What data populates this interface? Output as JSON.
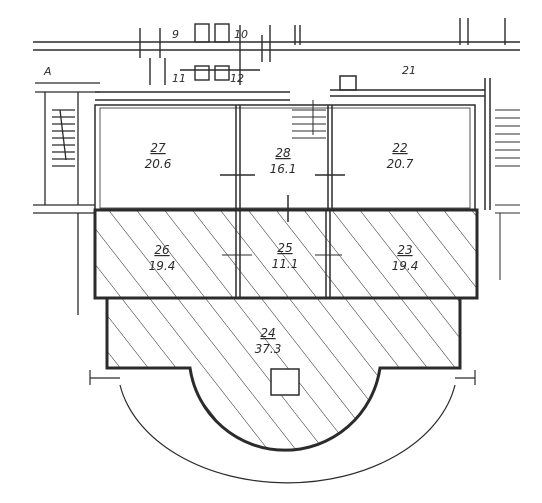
{
  "labels": {
    "room_9": "9",
    "room_10": "10",
    "room_11": "11",
    "room_12": "12",
    "room_21": "21",
    "mark_a": "A"
  },
  "rooms": [
    {
      "number": "27",
      "area": "20.6"
    },
    {
      "number": "28",
      "area": "16.1"
    },
    {
      "number": "22",
      "area": "20.7"
    },
    {
      "number": "26",
      "area": "19.4"
    },
    {
      "number": "25",
      "area": "11.1"
    },
    {
      "number": "23",
      "area": "19.4"
    },
    {
      "number": "24",
      "area": "37.3"
    }
  ],
  "colors": {
    "ink": "#2b2b2b",
    "paper": "#ffffff"
  }
}
